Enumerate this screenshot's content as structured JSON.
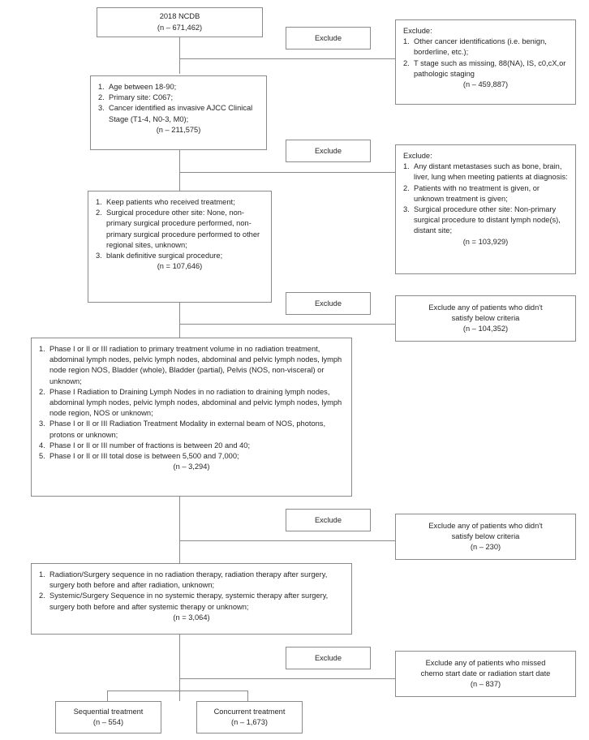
{
  "diagram": {
    "title": "NCDB patient selection flow diagram",
    "type": "flowchart",
    "line_color": "#8a8a8a",
    "text_color": "#262626",
    "background": "#ffffff"
  },
  "nodes": {
    "cohort_start": {
      "lines": [
        "2018 NCDB",
        "(n – 671,462)"
      ]
    },
    "inclusion_1": {
      "items": [
        "Age between 18-90;",
        "Primary site: C067;",
        "Cancer identified as invasive AJCC Clinical Stage (T1-4, N0-3, M0);"
      ],
      "tally": "(n – 211,575)"
    },
    "inclusion_2": {
      "items": [
        "Keep patients who received treatment;",
        "Surgical procedure other site: None, non-primary surgical procedure performed, non-primary surgical procedure performed to other regional sites, unknown;",
        "blank definitive surgical procedure;"
      ],
      "tally": "(n = 107,646)"
    },
    "inclusion_3": {
      "items": [
        "Phase I or II or III radiation to primary treatment volume in no radiation treatment, abdominal lymph nodes, pelvic lymph nodes, abdominal and pelvic lymph nodes, lymph node region NOS, Bladder (whole), Bladder (partial), Pelvis (NOS, non-visceral) or unknown;",
        "Phase I Radiation to Draining Lymph Nodes in no radiation to draining lymph nodes, abdominal lymph nodes, pelvic lymph nodes, abdominal and pelvic lymph nodes, lymph node region, NOS or unknown;",
        "Phase I or II or III Radiation Treatment Modality in external beam of NOS, photons, protons or unknown;",
        "Phase I or II or III number of fractions is between 20 and 40;",
        "Phase I or II or III total dose is between 5,500 and 7,000;"
      ],
      "tally": "(n – 3,294)"
    },
    "inclusion_4": {
      "items": [
        "Radiation/Surgery sequence in no radiation therapy, radiation therapy after surgery, surgery both before and after radiation, unknown;",
        "Systemic/Surgery Sequence in no systemic therapy, systemic therapy after surgery, surgery both before and after systemic therapy or unknown;"
      ],
      "tally": "(n = 3,064)"
    },
    "exclude_1": {
      "heading": "Exclude:",
      "items": [
        "Other cancer identifications (i.e. benign, borderline, etc.);",
        "T stage such as missing, 88(NA), IS, c0,cX,or pathologic staging"
      ],
      "tally": "(n – 459,887)"
    },
    "exclude_2": {
      "heading": "Exclude:",
      "items": [
        "Any distant metastases such as bone, brain, liver, lung when meeting patients at diagnosis:",
        "Patients with no treatment is given, or unknown treatment is given;",
        "Surgical procedure other site: Non-primary surgical procedure to distant lymph node(s), distant site;"
      ],
      "tally": "(n = 103,929)"
    },
    "exclude_3": {
      "lines": [
        "Exclude any of patients who didn't",
        "satisfy below criteria",
        "(n – 104,352)"
      ]
    },
    "exclude_4": {
      "lines": [
        "Exclude any of patients who didn't",
        "satisfy below criteria",
        "(n – 230)"
      ]
    },
    "exclude_5": {
      "lines": [
        "Exclude any of patients who missed",
        "chemo start date or radiation start date",
        "(n – 837)"
      ]
    },
    "outcome_sequential": {
      "lines": [
        "Sequential treatment",
        "(n – 554)"
      ]
    },
    "outcome_concurrent": {
      "lines": [
        "Concurrent treatment",
        "(n – 1,673)"
      ]
    }
  },
  "exclude_labels": {
    "one": "Exclude",
    "two": "Exclude",
    "three": "Exclude",
    "four": "Exclude",
    "five": "Exclude"
  }
}
